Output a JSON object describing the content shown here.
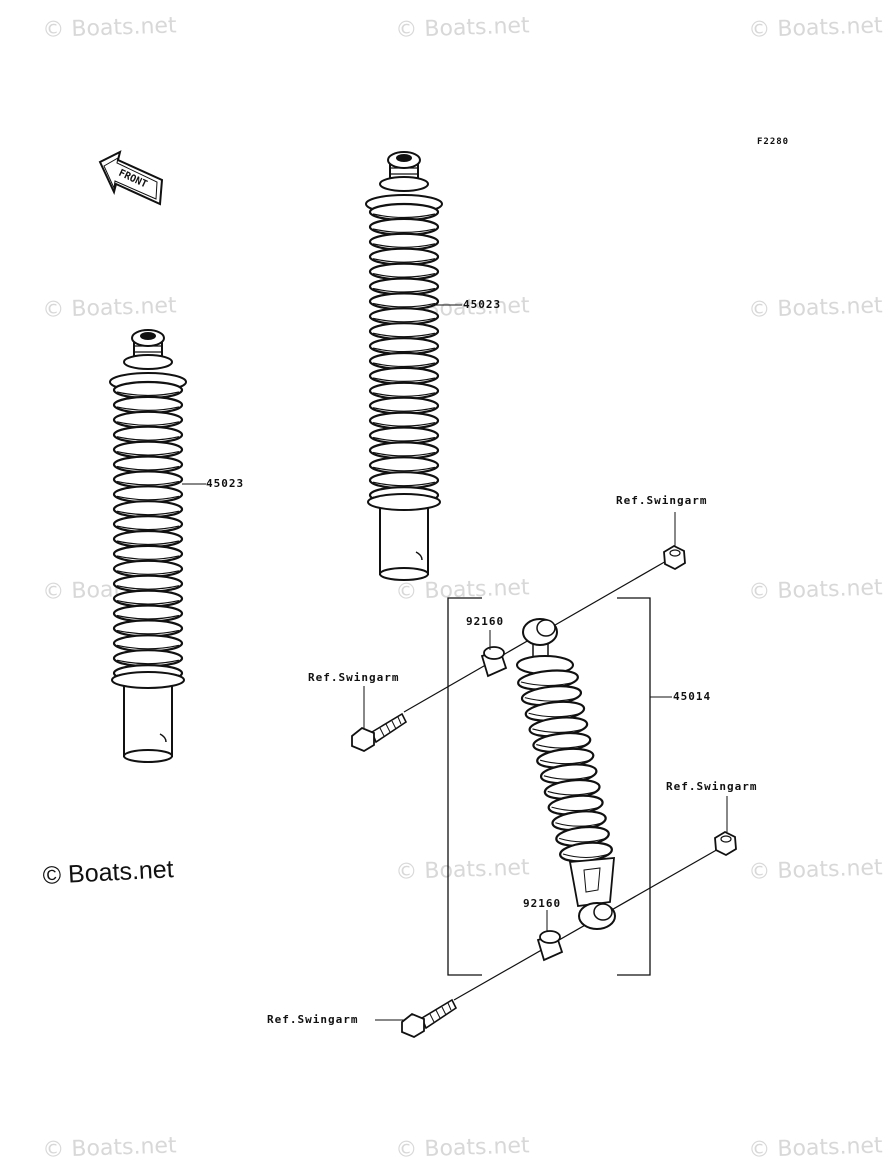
{
  "diagram": {
    "code": "F2280",
    "front_label": "FRONT",
    "watermark": "© Boats.net",
    "watermark_main": "© Boats.net",
    "parts": {
      "shock_left": "45023",
      "shock_center": "45023",
      "shock_assembly": "45014",
      "bushing_top": "92160",
      "bushing_bottom": "92160"
    },
    "refs": {
      "top_right": "Ref.Swingarm",
      "top_left": "Ref.Swingarm",
      "bottom_right": "Ref.Swingarm",
      "bottom_left": "Ref.Swingarm"
    }
  }
}
